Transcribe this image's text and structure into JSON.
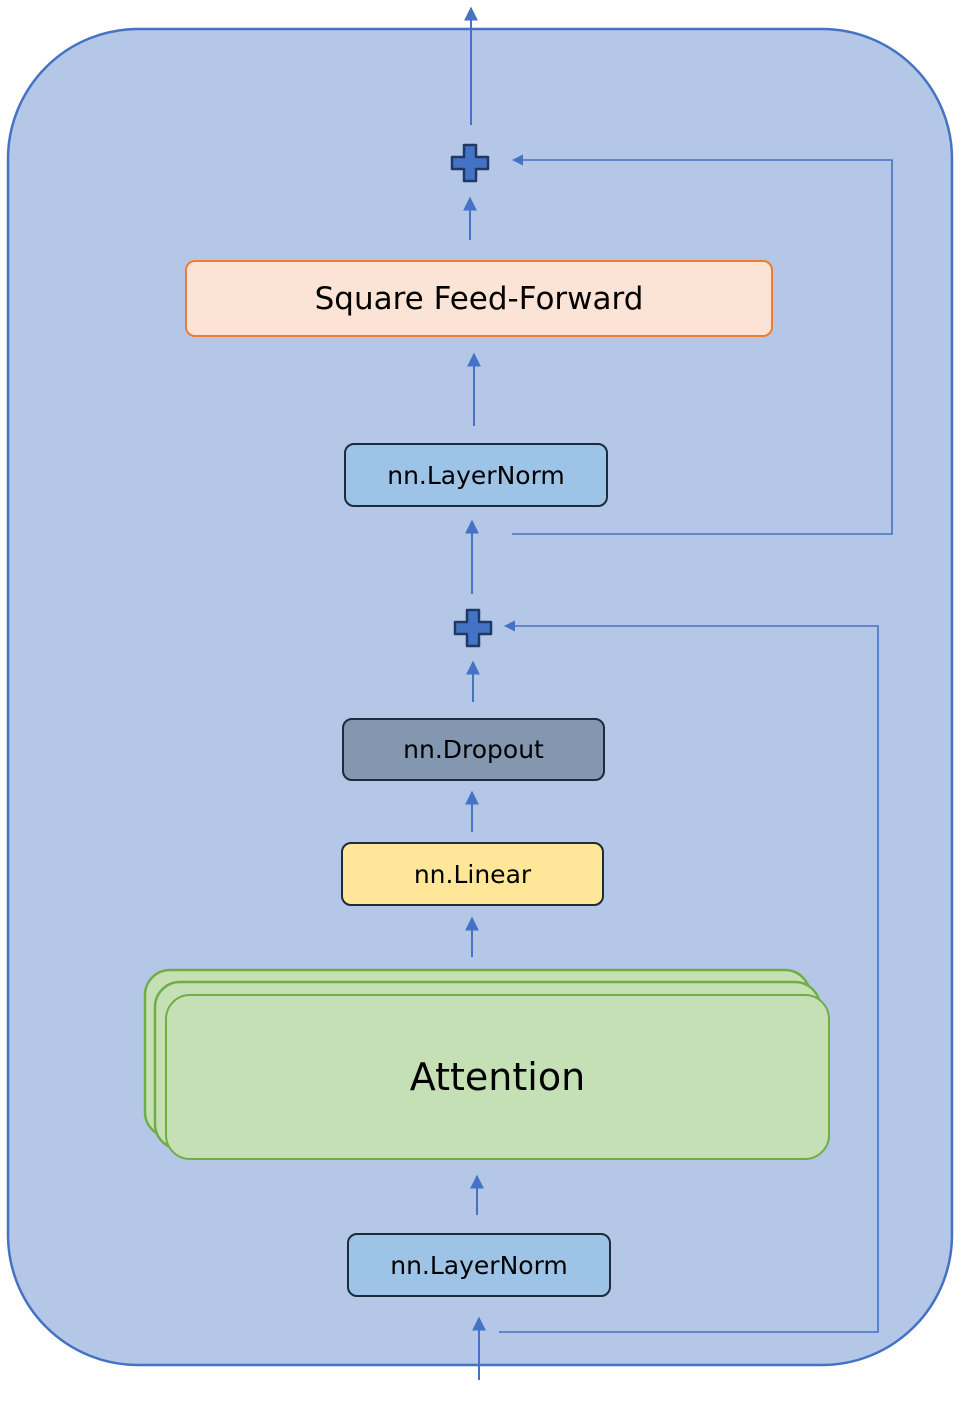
{
  "diagram": {
    "blocks": {
      "ffn": {
        "label": "Square Feed-Forward",
        "fill": "#fbe4d6",
        "stroke": "#ed7d31"
      },
      "layernorm_top": {
        "label": "nn.LayerNorm",
        "fill": "#9dc3e6",
        "stroke": "#1f2a3a"
      },
      "dropout": {
        "label": "nn.Dropout",
        "fill": "#8497b0",
        "stroke": "#1f2a3a"
      },
      "linear": {
        "label": "nn.Linear",
        "fill": "#ffe699",
        "stroke": "#1f2a3a"
      },
      "attention": {
        "label": "Attention",
        "fill": "#c5e0b4",
        "stroke": "#70ad47",
        "stacked_copies": 3
      },
      "layernorm_bottom": {
        "label": "nn.LayerNorm",
        "fill": "#9dc3e6",
        "stroke": "#1f2a3a"
      }
    },
    "add_nodes": [
      {
        "name": "residual-add-top",
        "symbol": "plus"
      },
      {
        "name": "residual-add-bottom",
        "symbol": "plus"
      }
    ],
    "container": {
      "fill": "#b4c7e7",
      "stroke": "#4472c4"
    },
    "arrow_color": "#4472c4"
  }
}
